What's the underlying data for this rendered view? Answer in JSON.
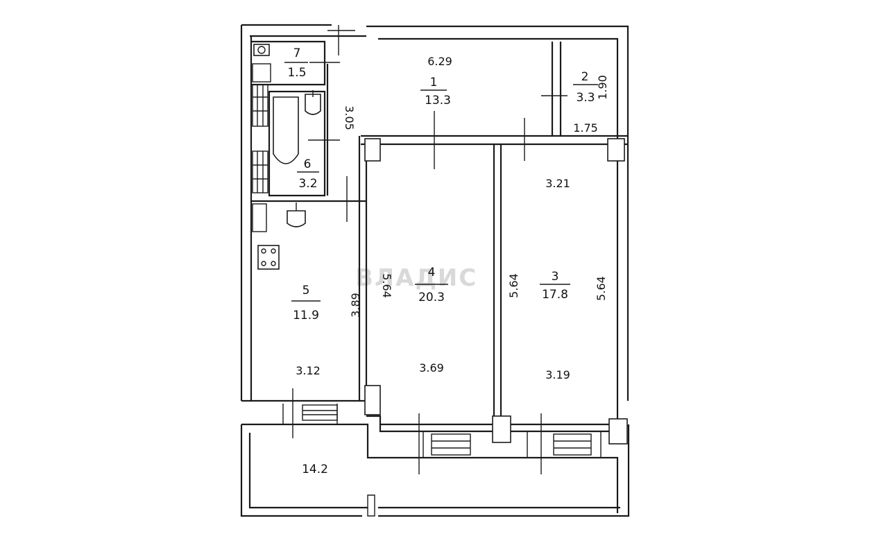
{
  "rooms": [
    {
      "id": "1",
      "number": "1",
      "area": "13.3"
    },
    {
      "id": "2",
      "number": "2",
      "area": "3.3"
    },
    {
      "id": "3",
      "number": "3",
      "area": "17.8"
    },
    {
      "id": "4",
      "number": "4",
      "area": "20.3"
    },
    {
      "id": "5",
      "number": "5",
      "area": "11.9"
    },
    {
      "id": "6",
      "number": "6",
      "area": "3.2"
    },
    {
      "id": "7",
      "number": "7",
      "area": "1.5"
    },
    {
      "id": "balcony",
      "area": "14.2"
    }
  ],
  "dimensions": {
    "hall_width": "6.29",
    "bath_height": "3.05",
    "closet_height": "1.90",
    "closet_width": "1.75",
    "room3_top": "3.21",
    "room3_left": "5.64",
    "room3_right": "5.64",
    "room3_bottom": "3.19",
    "room4_left": "5.64",
    "room4_bottom": "3.69",
    "room5_right": "3.89",
    "room5_bottom": "3.12"
  },
  "watermark": "ВЛАДИС"
}
